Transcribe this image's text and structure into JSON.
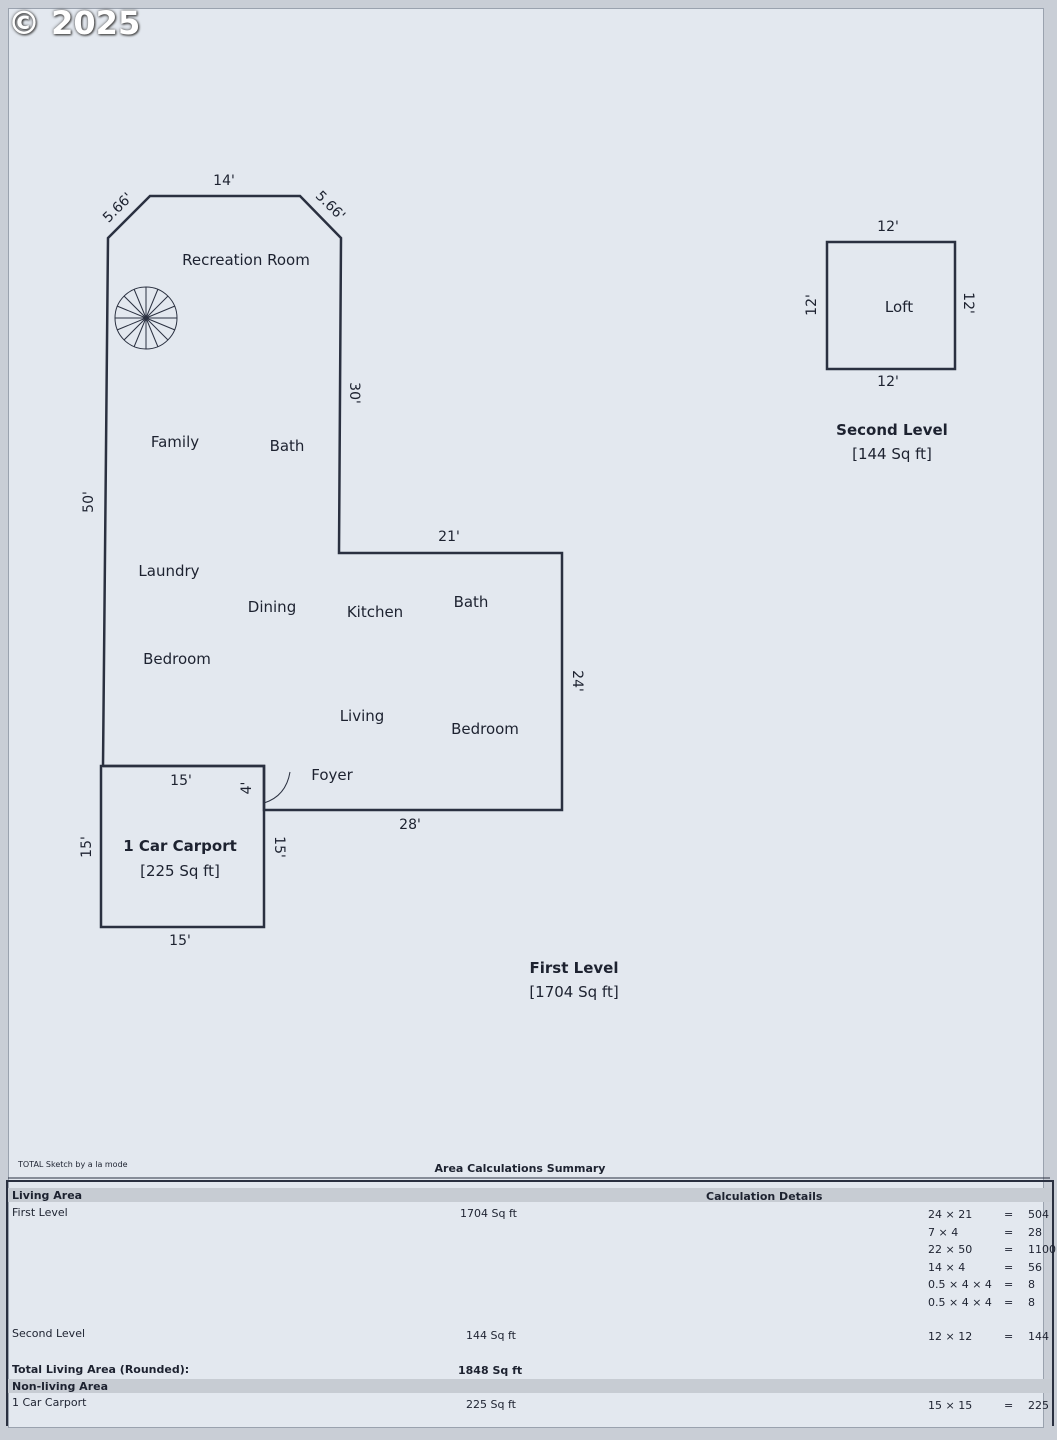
{
  "watermark": "© 2025",
  "first_level": {
    "title": "First Level",
    "area": "[1704 Sq ft]",
    "rooms": {
      "recreation_room": "Recreation Room",
      "family": "Family",
      "bath1": "Bath",
      "laundry": "Laundry",
      "dining": "Dining",
      "kitchen": "Kitchen",
      "bath2": "Bath",
      "bedroom1": "Bedroom",
      "living": "Living",
      "bedroom2": "Bedroom",
      "foyer": "Foyer"
    },
    "dimensions": {
      "top": "14'",
      "diag_left": "5.66'",
      "diag_right": "5.66'",
      "right_upper": "30'",
      "left": "50'",
      "step": "21'",
      "right_lower": "24'",
      "bottom": "28'",
      "notch": "4'"
    }
  },
  "carport": {
    "title": "1 Car Carport",
    "area": "[225 Sq ft]",
    "dim_top": "15'",
    "dim_bottom": "15'",
    "dim_left": "15'",
    "dim_right": "15'"
  },
  "second_level": {
    "title": "Second Level",
    "area": "[144 Sq ft]",
    "room": "Loft",
    "dim_top": "12'",
    "dim_bottom": "12'",
    "dim_left": "12'",
    "dim_right": "12'"
  },
  "summary": {
    "note": "TOTAL Sketch by a la mode",
    "title": "Area Calculations Summary",
    "living_area_header": "Living Area",
    "calc_details_header": "Calculation Details",
    "first_level_label": "First Level",
    "first_level_value": "1704 Sq ft",
    "first_level_calcs": [
      {
        "expr": "24 × 21",
        "eq": "=",
        "val": "504"
      },
      {
        "expr": "7 × 4",
        "eq": "=",
        "val": "28"
      },
      {
        "expr": "22 × 50",
        "eq": "=",
        "val": "1100"
      },
      {
        "expr": "14 × 4",
        "eq": "=",
        "val": "56"
      },
      {
        "expr": "0.5 × 4 × 4",
        "eq": "=",
        "val": "8"
      },
      {
        "expr": "0.5 × 4 × 4",
        "eq": "=",
        "val": "8"
      }
    ],
    "second_level_label": "Second Level",
    "second_level_value": "144 Sq ft",
    "second_level_calc": {
      "expr": "12 × 12",
      "eq": "=",
      "val": "144"
    },
    "total_label": "Total Living Area (Rounded):",
    "total_value": "1848 Sq ft",
    "non_living_header": "Non-living Area",
    "carport_label": "1 Car Carport",
    "carport_value": "225 Sq ft",
    "carport_calc": {
      "expr": "15 × 15",
      "eq": "=",
      "val": "225"
    }
  },
  "colors": {
    "paper": "#e3e8ef",
    "line": "#2a3040",
    "band": "#c7ccd3"
  }
}
